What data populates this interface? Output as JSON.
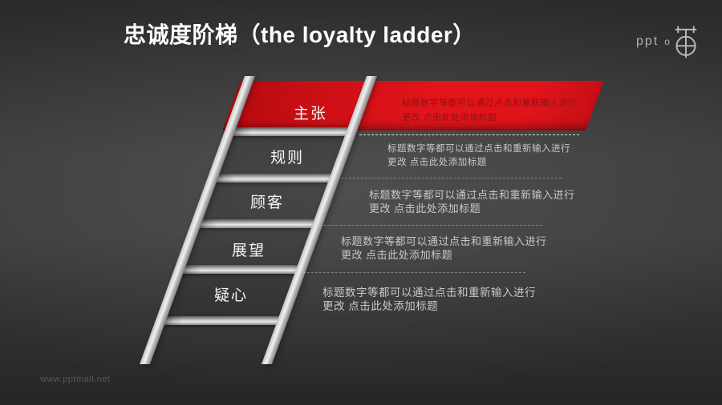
{
  "slide": {
    "title": "忠诚度阶梯（the loyalty ladder）",
    "watermark": "www.pptmall.net"
  },
  "logo": {
    "text": "ppt",
    "o": "o",
    "icon": "pptmall-bag-icon"
  },
  "ladder": {
    "steps": [
      {
        "label": "主张",
        "highlight": true,
        "desc1": "标题数字等都可以通过点击和重新输入进行",
        "desc2": "更改 点击此处添加标题"
      },
      {
        "label": "规则",
        "highlight": false,
        "desc1": "标题数字等都可以通过点击和重新输入进行",
        "desc2": "更改 点击此处添加标题"
      },
      {
        "label": "顾客",
        "highlight": false,
        "desc1": "标题数字等都可以通过点击和重新输入进行",
        "desc2": "更改 点击此处添加标题"
      },
      {
        "label": "展望",
        "highlight": false,
        "desc1": "标题数字等都可以通过点击和重新输入进行",
        "desc2": "更改 点击此处添加标题"
      },
      {
        "label": "疑心",
        "highlight": false,
        "desc1": "标题数字等都可以通过点击和重新输入进行",
        "desc2": "更改 点击此处添加标题"
      }
    ]
  },
  "colors": {
    "accent_red": "#D6121A",
    "accent_red_dark": "#B70B10",
    "red_desc_text": "#8E1216",
    "desc_text": "#C8C8C8",
    "label_text": "#F4F4F4",
    "metal_light": "#F2F2F2",
    "background_mid": "#3D3D3D",
    "background_edge": "#252525"
  }
}
